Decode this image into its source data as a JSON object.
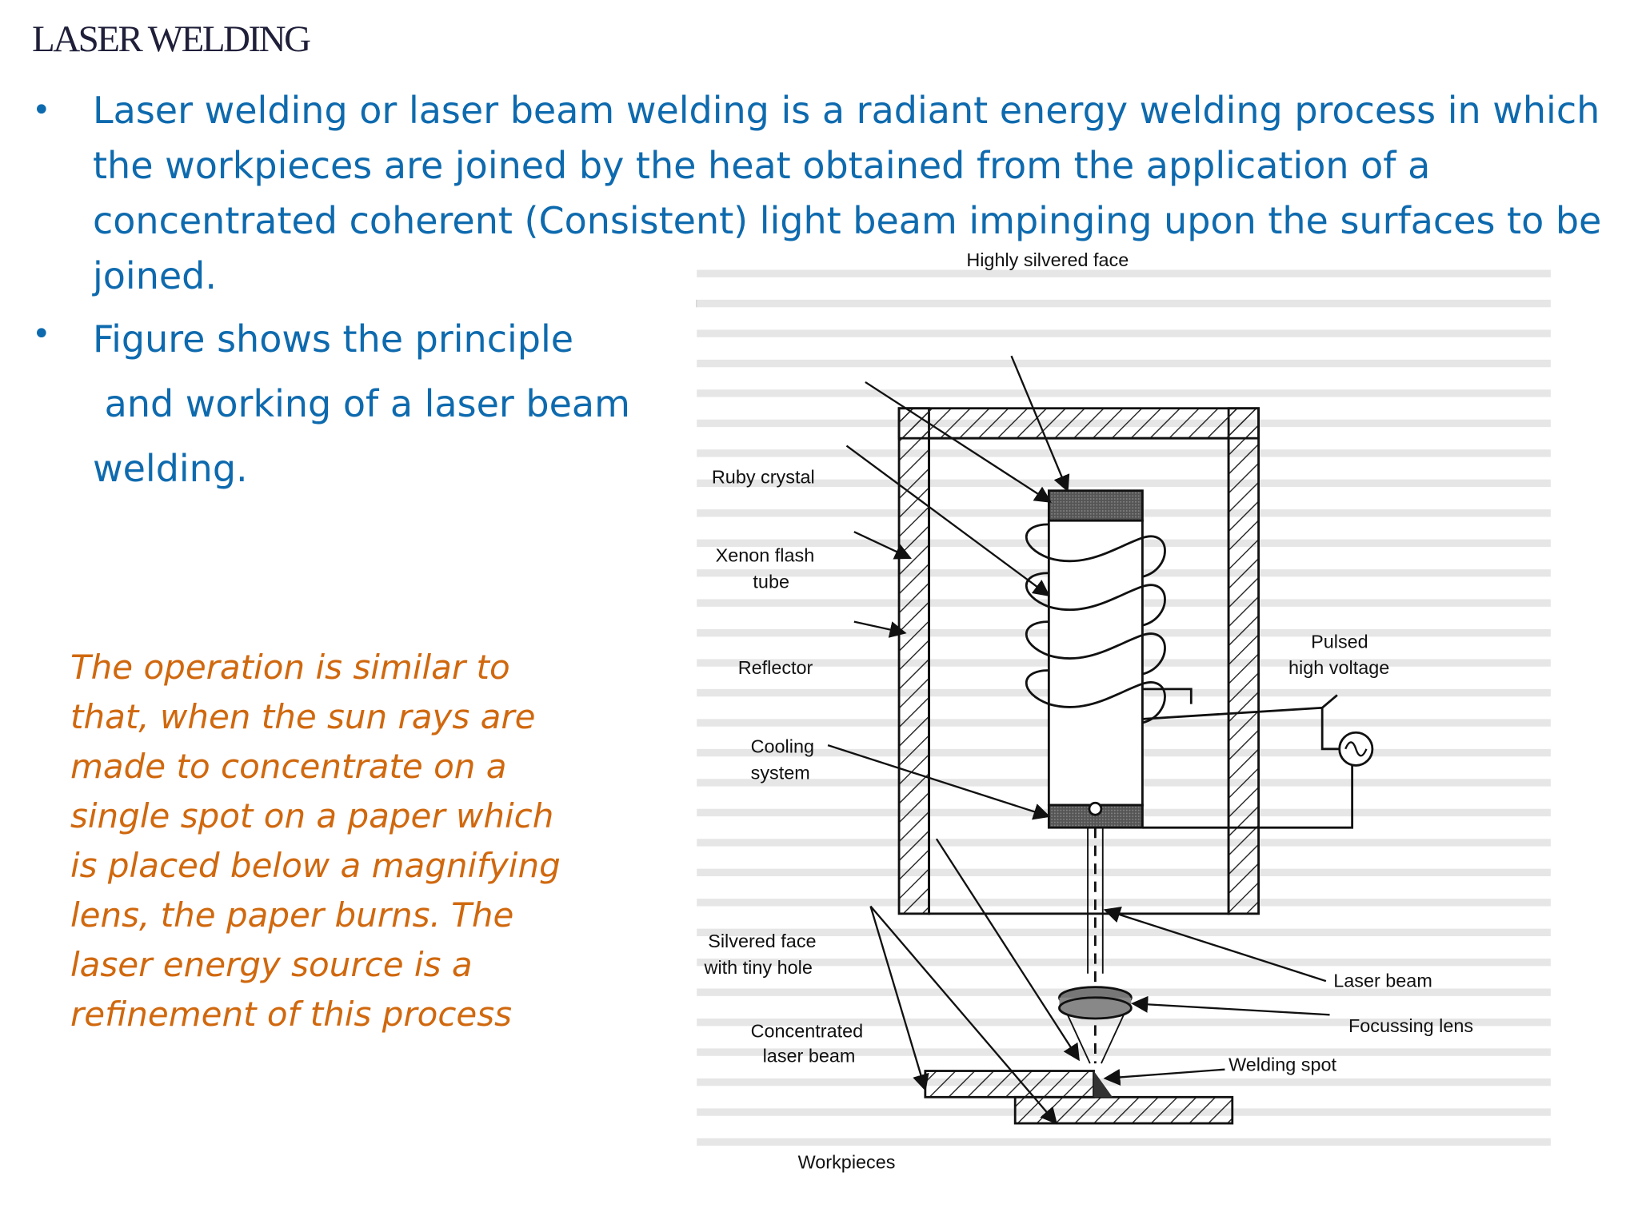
{
  "slide": {
    "title": "LASER WELDING",
    "bullets": [
      {
        "marker": "•",
        "text": "Laser welding or laser beam welding is a radiant energy welding process in which the workpieces are joined by the heat obtained from the application of a concentrated coherent (Consistent) light beam impinging upon the surfaces to be joined."
      },
      {
        "marker": "•",
        "text": "Figure shows the principle\n and working of a laser beam welding."
      }
    ],
    "note": "The operation is similar to that, when the sun rays are made to concentrate on a single spot on a paper which is placed below a magnifying lens, the paper burns. The laser energy source is a refinement of this process"
  },
  "figure": {
    "labels": {
      "highly_silvered_face": "Highly silvered face",
      "ruby_crystal": "Ruby crystal",
      "xenon_line1": "Xenon flash",
      "xenon_line2": "tube",
      "reflector": "Reflector",
      "cooling_line1": "Cooling",
      "cooling_line2": "system",
      "pulsed_line1": "Pulsed",
      "pulsed_line2": "high voltage",
      "silvered_line1": "Silvered face",
      "silvered_line2": "with tiny hole",
      "laser_beam": "Laser beam",
      "focussing_lens": "Focussing lens",
      "concentrated_line1": "Concentrated",
      "concentrated_line2": "laser beam",
      "welding_spot": "Welding spot",
      "workpieces": "Workpieces"
    },
    "colors": {
      "line": "#111111",
      "background_text": "#9a9a9a",
      "hatch": "#222222"
    }
  }
}
